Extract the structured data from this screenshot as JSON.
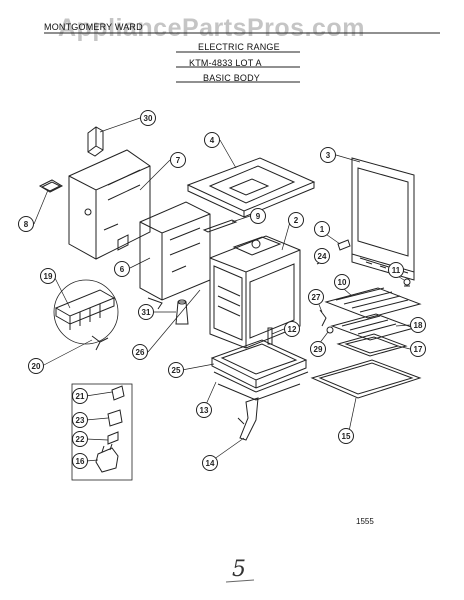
{
  "header": {
    "brand": "MONTGOMERY WARD",
    "watermark": "AppliancePartsPros.com",
    "title_1": "ELECTRIC RANGE",
    "title_2": "KTM-4833 LOT A",
    "title_3": "BASIC BODY"
  },
  "figure_number": "1555",
  "page_number": "5",
  "callouts": [
    "30",
    "4",
    "3",
    "7",
    "8",
    "9",
    "2",
    "1",
    "6",
    "24",
    "11",
    "19",
    "10",
    "27",
    "31",
    "12",
    "18",
    "26",
    "29",
    "17",
    "25",
    "20",
    "21",
    "13",
    "23",
    "15",
    "22",
    "16",
    "14"
  ],
  "colors": {
    "line": "#222222",
    "watermark": "#969696"
  }
}
